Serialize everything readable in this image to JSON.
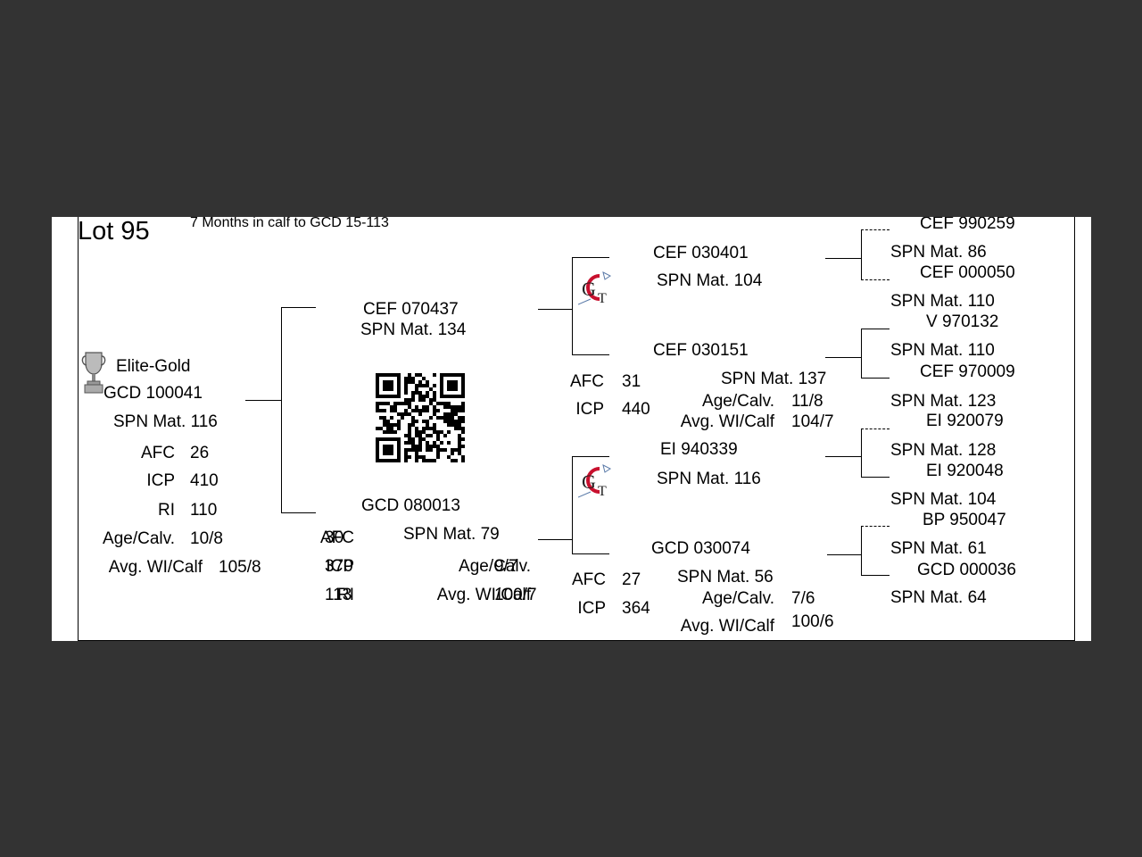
{
  "lot": {
    "title": "Lot 95",
    "note": "7 Months in calf to GCD 15-113",
    "award": "Elite-Gold"
  },
  "animal": {
    "id": "GCD 100041",
    "spn": "SPN Mat. 116",
    "stats": [
      {
        "label": "AFC",
        "value": "26"
      },
      {
        "label": "ICP",
        "value": "410"
      },
      {
        "label": "RI",
        "value": "110"
      },
      {
        "label": "Age/Calv.",
        "value": "10/8"
      },
      {
        "label": "Avg. WI/Calf",
        "value": "105/8"
      }
    ]
  },
  "sire": {
    "id": "CEF 070437",
    "spn": "SPN Mat. 134"
  },
  "dam": {
    "id": "GCD 080013",
    "spn": "SPN Mat. 79",
    "stats": [
      {
        "label": "AFC",
        "value": "30"
      },
      {
        "label": "ICP",
        "value": "370"
      },
      {
        "label": "RI",
        "value": "113"
      },
      {
        "label": "Age/Calv.",
        "value": "9/7"
      },
      {
        "label": "Avg. WI/Calf",
        "value": "100/7"
      }
    ]
  },
  "sire_sire": {
    "id": "CEF 030401",
    "spn": "SPN Mat. 104"
  },
  "sire_dam": {
    "id": "CEF 030151",
    "spn": "SPN Mat. 137",
    "stats": [
      {
        "label": "AFC",
        "value": "31"
      },
      {
        "label": "ICP",
        "value": "440"
      },
      {
        "label": "Age/Calv.",
        "value": "11/8"
      },
      {
        "label": "Avg. WI/Calf",
        "value": "104/7"
      }
    ]
  },
  "dam_sire": {
    "id": "EI  940339",
    "spn": "SPN Mat. 116"
  },
  "dam_dam": {
    "id": "GCD 030074",
    "spn": "SPN Mat. 56",
    "stats": [
      {
        "label": "AFC",
        "value": "27"
      },
      {
        "label": "ICP",
        "value": "364"
      },
      {
        "label": "Age/Calv.",
        "value": "7/6"
      },
      {
        "label": "Avg. WI/Calf",
        "value": "100/6"
      }
    ]
  },
  "great_grandparents": [
    {
      "id": "CEF 990259",
      "spn": "SPN Mat. 86"
    },
    {
      "id": "CEF 000050",
      "spn": "SPN Mat. 110"
    },
    {
      "id": "V   970132",
      "spn": "SPN Mat. 110"
    },
    {
      "id": "CEF 970009",
      "spn": "SPN Mat. 123"
    },
    {
      "id": "EI  920079",
      "spn": "SPN Mat. 128"
    },
    {
      "id": "EI  920048",
      "spn": "SPN Mat. 104"
    },
    {
      "id": "BP  950047",
      "spn": "SPN Mat. 61"
    },
    {
      "id": "GCD 000036",
      "spn": "SPN Mat. 64"
    }
  ],
  "logos": {
    "gt_text_1": "G",
    "gt_text_2": "T"
  }
}
